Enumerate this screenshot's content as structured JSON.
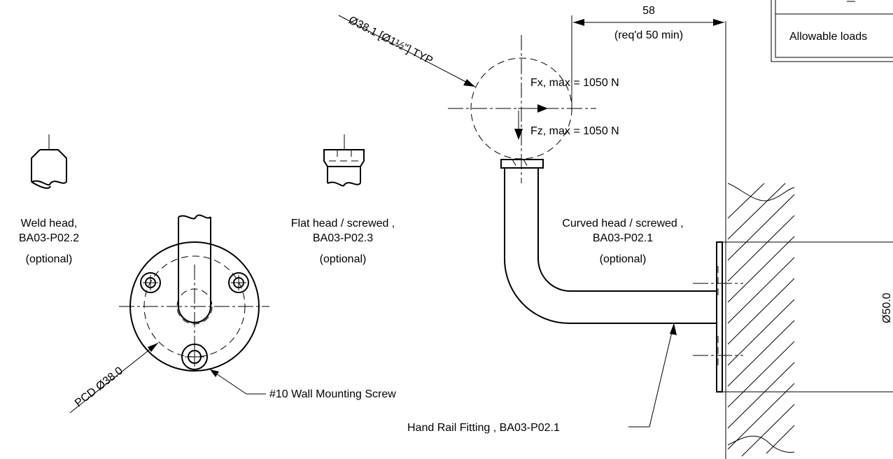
{
  "dimensions": {
    "width_value": "58",
    "width_note": "(req'd 50 min)",
    "tube_diameter": "Ø38.1 [Ø1½\"] TYP",
    "pcd": "PCD Ø38.0",
    "plate_diameter": "Ø50.0"
  },
  "loads": {
    "fx": "Fx, max = 1050 N",
    "fz": "Fz, max = 1050 N",
    "table_label": "Allowable loads"
  },
  "heads": {
    "weld": {
      "line1": "Weld head,",
      "line2": "BA03-P02.2",
      "line3": "(optional)"
    },
    "flat": {
      "line1": "Flat head / screwed ,",
      "line2": "BA03-P02.3",
      "line3": "(optional)"
    },
    "curved": {
      "line1": "Curved head / screwed ,",
      "line2": "BA03-P02.1",
      "line3": "(optional)"
    }
  },
  "callouts": {
    "screw": "#10 Wall Mounting Screw",
    "fitting": "Hand Rail Fitting , BA03-P02.1"
  }
}
